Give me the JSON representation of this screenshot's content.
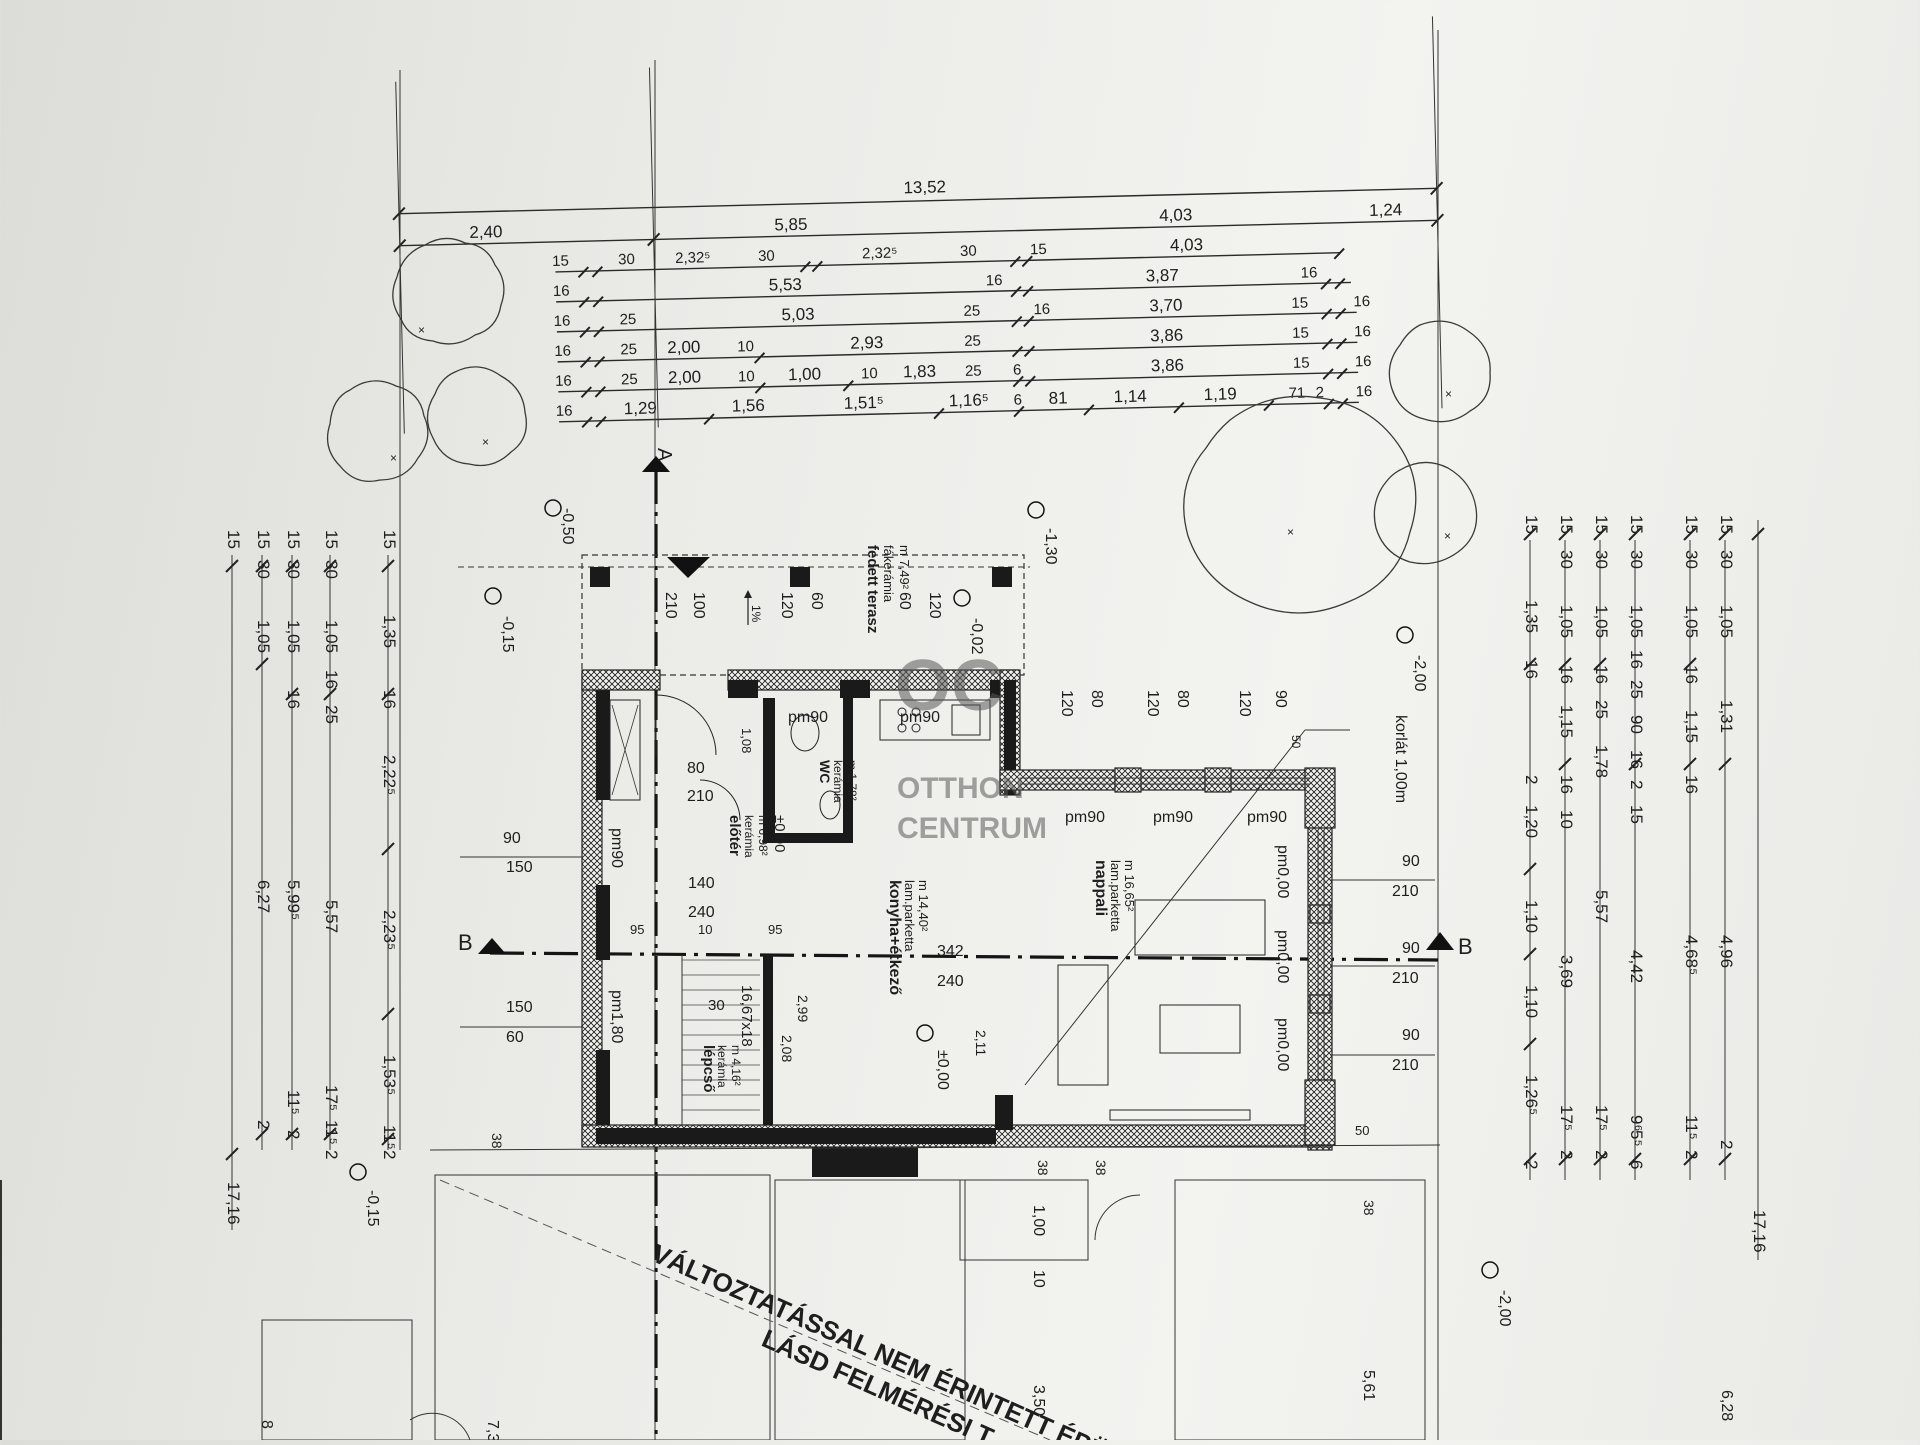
{
  "watermark": {
    "logo": "OC",
    "line1": "OTTHON",
    "line2": "CENTRUM"
  },
  "dimensions_top": {
    "overall": "13,52",
    "row2": [
      "2,40",
      "5,85",
      "4,03",
      "1,24"
    ],
    "row3": [
      "15",
      "30",
      "2,32⁵",
      "30",
      "2,32⁵",
      "30",
      "15",
      "4,03"
    ],
    "row4": [
      "16",
      "5,53",
      "16",
      "3,87",
      "16"
    ],
    "row5": [
      "16",
      "25",
      "5,03",
      "25",
      "16",
      "3,70",
      "15",
      "16"
    ],
    "row6": [
      "16",
      "25",
      "2,00",
      "10",
      "2,93",
      "25",
      "3,86",
      "15",
      "16"
    ],
    "row7": [
      "16",
      "25",
      "2,00",
      "10",
      "1,00",
      "10",
      "1,83",
      "25",
      "6",
      "3,86",
      "15",
      "16"
    ],
    "row8": [
      "16",
      "1,29",
      "1,56",
      "1,51⁵",
      "1,16⁵",
      "6",
      "81",
      "1,14",
      "1,19",
      "71",
      "2",
      "16"
    ]
  },
  "dimensions_left": {
    "c1": [
      "15",
      "17,16"
    ],
    "c2": [
      "15",
      "30",
      "1,05",
      "6,27",
      "2"
    ],
    "c3": [
      "15",
      "30",
      "1,05",
      "16",
      "5,99⁵",
      "11⁵",
      "2"
    ],
    "c4": [
      "15",
      "30",
      "1,05",
      "16",
      "25",
      "5,57",
      "17⁵",
      "11⁵",
      "2"
    ],
    "c5": [
      "15",
      "1,35",
      "16",
      "2,22⁵",
      "2,23⁵",
      "1,53⁵",
      "11⁵",
      "2"
    ]
  },
  "dimensions_right": {
    "c1": [
      "15",
      "1,35",
      "16",
      "2",
      "1,20",
      "1,10",
      "1,10",
      "1,26⁵",
      "2"
    ],
    "c2": [
      "15",
      "30",
      "1,05",
      "16",
      "1,15",
      "16",
      "10",
      "3,69",
      "17⁵",
      "2"
    ],
    "c3": [
      "15",
      "30",
      "1,05",
      "16",
      "25",
      "1,78",
      "5,57",
      "17⁵",
      "2"
    ],
    "c4": [
      "15",
      "30",
      "1,05",
      "16",
      "25",
      "90",
      "16",
      "2",
      "15",
      "4,42",
      "9⁶",
      "5⁵",
      "6"
    ],
    "c5": [
      "15",
      "30",
      "1,05",
      "16",
      "1,15",
      "16",
      "4,68⁵",
      "11⁵",
      "2"
    ],
    "c6": [
      "15",
      "30",
      "1,05",
      "1,31",
      "4,96",
      "2"
    ],
    "c7": [
      "17,16"
    ]
  },
  "levels": [
    "-0,50",
    "-0,15",
    "-1,30",
    "-0,02",
    "-2,00",
    "±0,00",
    "±0,00",
    "-0,15",
    "-2,00"
  ],
  "section_markers": [
    "A",
    "B",
    "B"
  ],
  "rooms": {
    "terrace": {
      "name": "fedett terasz",
      "finish": "fákerámia",
      "area": "m 7,49²",
      "slope": "1%"
    },
    "wc": {
      "name": "WC",
      "finish": "kerámia",
      "area": "m 1,78²"
    },
    "hall": {
      "name": "előtér",
      "finish": "kerámia",
      "area": "m 6,98²",
      "level": "±0,00"
    },
    "kitchen": {
      "name": "konyha+étkező",
      "finish": "lam.parketta",
      "area": "m 14,40²"
    },
    "living": {
      "name": "nappali",
      "finish": "lam.parketta",
      "area": "m 16,65²"
    },
    "stair": {
      "name": "lépcső",
      "finish": "kerámia",
      "area": "m 4,16²",
      "steps": "16,67x18"
    }
  },
  "openings": {
    "pm90": "pm90",
    "pm0_00": "pm0,00",
    "pm1_80": "pm1,80",
    "kor": "korlát 1,00m"
  },
  "interior_dims": [
    "210",
    "100",
    "120",
    "60",
    "60",
    "120",
    "80",
    "210",
    "1,08",
    "140",
    "240",
    "10",
    "95",
    "95",
    "30",
    "2,99",
    "2,08",
    "2,11",
    "342",
    "240",
    "120",
    "80",
    "120",
    "80",
    "120",
    "90",
    "50",
    "50",
    "90",
    "210",
    "90",
    "210",
    "90",
    "210",
    "90",
    "150",
    "150",
    "60",
    "38",
    "38",
    "38",
    "38",
    "1,00",
    "10",
    "3,50",
    "5,61",
    "6,28",
    "7,3",
    "8"
  ],
  "note_line1": "VÁLTOZTATÁSSAL NEM ÉRINTETT ÉPÜ",
  "note_line2": "LÁSD FELMÉRÉSI T"
}
